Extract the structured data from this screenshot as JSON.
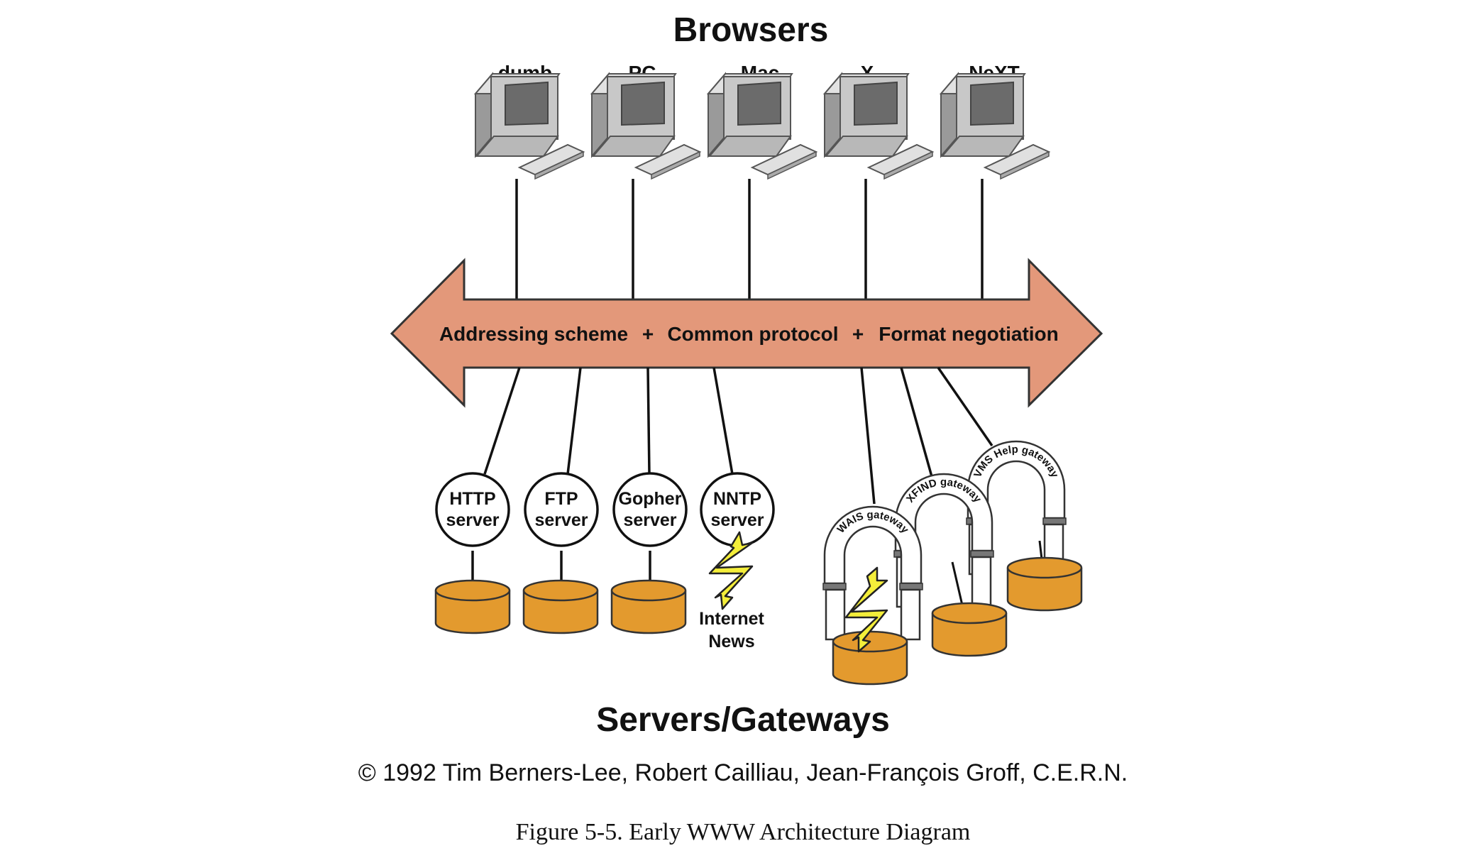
{
  "browsers": {
    "title": "Browsers",
    "items": [
      {
        "label": "dumb"
      },
      {
        "label": "PC"
      },
      {
        "label": "Mac"
      },
      {
        "label": "X"
      },
      {
        "label": "NeXT"
      }
    ]
  },
  "bus": {
    "text_1": "Addressing scheme",
    "plus_1": "+",
    "text_2": "Common protocol",
    "plus_2": "+",
    "text_3": "Format negotiation",
    "color": "#e3987a"
  },
  "servers": [
    {
      "line1": "HTTP",
      "line2": "server"
    },
    {
      "line1": "FTP",
      "line2": "server"
    },
    {
      "line1": "Gopher",
      "line2": "server"
    },
    {
      "line1": "NNTP",
      "line2": "server"
    }
  ],
  "internet_news": {
    "line1": "Internet",
    "line2": "News"
  },
  "gateways": [
    {
      "label": "WAIS gateway"
    },
    {
      "label": "XFIND gateway"
    },
    {
      "label": "VMS Help gateway"
    }
  ],
  "footer": {
    "title": "Servers/Gateways",
    "copyright": "© 1992  Tim Berners-Lee, Robert Cailliau, Jean-François Groff, C.E.R.N.",
    "caption": "Figure 5-5. Early WWW Architecture Diagram"
  },
  "colors": {
    "database": "#e39a2e",
    "bolt": "#f4ee3a",
    "computer": "#c8c8c8",
    "screen": "#6b6b6b"
  }
}
